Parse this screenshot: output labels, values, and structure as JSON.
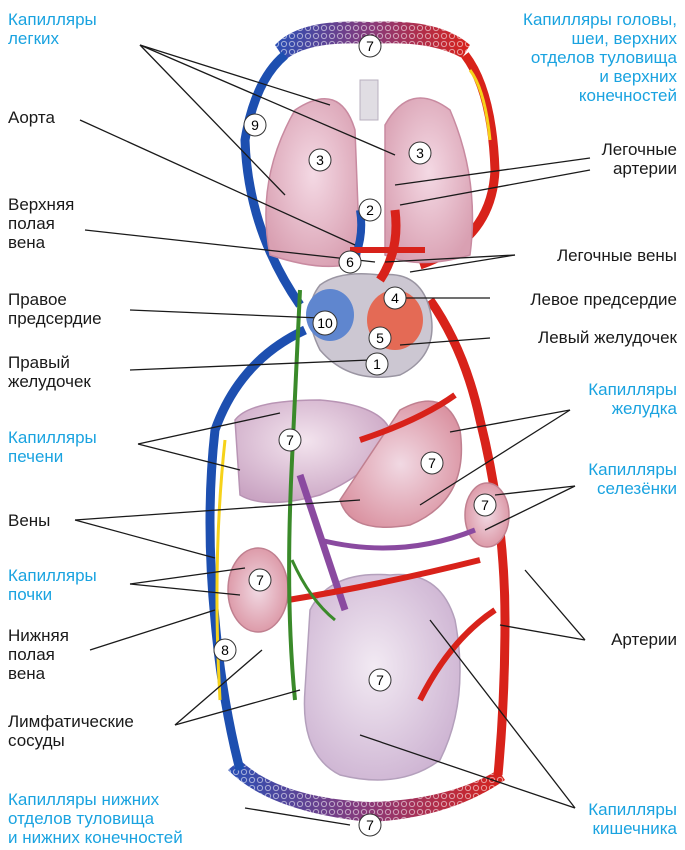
{
  "colors": {
    "accent_label": "#1aa3e0",
    "artery": "#d8221a",
    "vein": "#1d4fb0",
    "lymph": "#3a8a2a",
    "portal": "#8a4aa0",
    "flow_arrow": "#f6d21a"
  },
  "labels": {
    "cap_lungs": "Капилляры\nлегких",
    "cap_head": "Капилляры головы,\nшеи, верхних\nотделов туловища\nи верхних\nконечностей",
    "aorta": "Аорта",
    "pulm_arteries": "Легочные\nартерии",
    "sup_vena_cava": "Верхняя\nполая\nвена",
    "pulm_veins": "Легочные вены",
    "right_atrium": "Правое\nпредсердие",
    "left_atrium": "Левое предсердие",
    "left_ventricle": "Левый желудочек",
    "right_ventricle": "Правый\nжелудочек",
    "cap_stomach": "Капилляры\nжелудка",
    "cap_liver": "Капилляры\nпечени",
    "cap_spleen": "Капилляры\nселезёнки",
    "veins": "Вены",
    "cap_kidney": "Капилляры\nпочки",
    "inf_vena_cava": "Нижняя\nполая\nвена",
    "arteries": "Артерии",
    "lymph_vessels": "Лимфатические\nсосуды",
    "cap_lower": "Капилляры нижних\nотделов туловища\nи нижних конечностей",
    "cap_intestine": "Капилляры\nкишечника"
  },
  "markers": [
    "1",
    "2",
    "3",
    "3",
    "4",
    "5",
    "6",
    "7",
    "7",
    "7",
    "7",
    "7",
    "7",
    "7",
    "8",
    "9",
    "10"
  ]
}
